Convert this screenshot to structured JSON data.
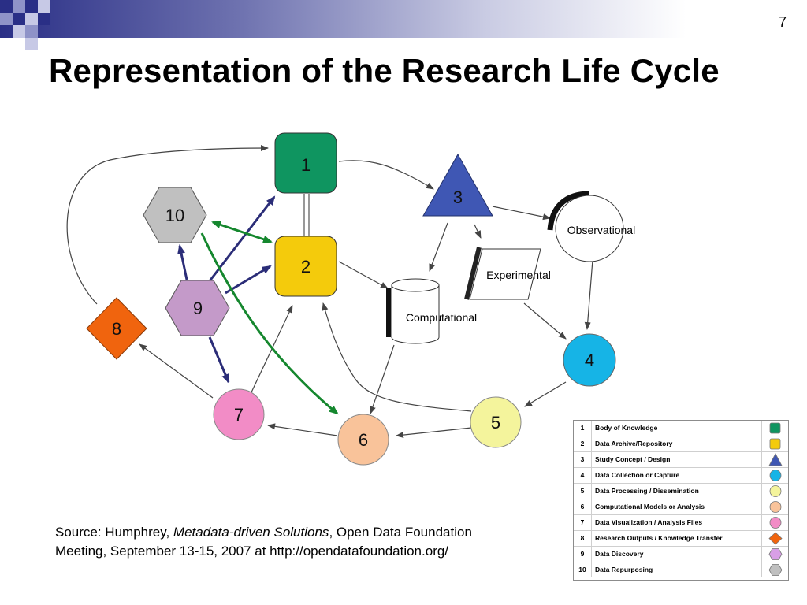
{
  "slide": {
    "number": "7",
    "title": "Representation of the Research Life Cycle"
  },
  "diagram": {
    "nodes": [
      {
        "id": "1",
        "label": "1",
        "shape": "rounded-square",
        "color": "#0f9560"
      },
      {
        "id": "2",
        "label": "2",
        "shape": "rounded-square",
        "color": "#f4cb0c"
      },
      {
        "id": "3",
        "label": "3",
        "shape": "triangle",
        "color": "#3f57b4"
      },
      {
        "id": "4",
        "label": "4",
        "shape": "circle",
        "color": "#16b4e6"
      },
      {
        "id": "5",
        "label": "5",
        "shape": "circle",
        "color": "#f4f49c"
      },
      {
        "id": "6",
        "label": "6",
        "shape": "circle",
        "color": "#f9c39a"
      },
      {
        "id": "7",
        "label": "7",
        "shape": "circle",
        "color": "#f28cc6"
      },
      {
        "id": "8",
        "label": "8",
        "shape": "diamond",
        "color": "#f0640e"
      },
      {
        "id": "9",
        "label": "9",
        "shape": "hexagon",
        "color": "#c49ac9"
      },
      {
        "id": "10",
        "label": "10",
        "shape": "hexagon",
        "color": "#c0c0c0"
      }
    ],
    "study_types": {
      "observational": "Observational",
      "experimental": "Experimental",
      "computational": "Computational"
    }
  },
  "source": {
    "prefix": "Source: Humphrey, ",
    "work": "Metadata-driven Solutions",
    "suffix": ", Open Data Foundation Meeting, September 13-15, 2007 at http://opendatafoundation.org/"
  },
  "legend": {
    "rows": [
      {
        "num": "1",
        "label": "Body of Knowledge",
        "shape": "square",
        "color": "#0f9560"
      },
      {
        "num": "2",
        "label": "Data Archive/Repository",
        "shape": "square",
        "color": "#f4cb0c"
      },
      {
        "num": "3",
        "label": "Study Concept / Design",
        "shape": "triangle",
        "color": "#3f57b4"
      },
      {
        "num": "4",
        "label": "Data Collection or Capture",
        "shape": "circle",
        "color": "#16b4e6"
      },
      {
        "num": "5",
        "label": "Data Processing / Dissemination",
        "shape": "circle",
        "color": "#f4f49c"
      },
      {
        "num": "6",
        "label": "Computational Models or Analysis",
        "shape": "circle",
        "color": "#f9c39a"
      },
      {
        "num": "7",
        "label": "Data Visualization / Analysis Files",
        "shape": "circle",
        "color": "#f28cc6"
      },
      {
        "num": "8",
        "label": "Research Outputs / Knowledge Transfer",
        "shape": "diamond",
        "color": "#f0640e"
      },
      {
        "num": "9",
        "label": "Data Discovery",
        "shape": "hexagon",
        "color": "#d89fe6"
      },
      {
        "num": "10",
        "label": "Data Repurposing",
        "shape": "hexagon",
        "color": "#c0c0c0"
      }
    ]
  }
}
